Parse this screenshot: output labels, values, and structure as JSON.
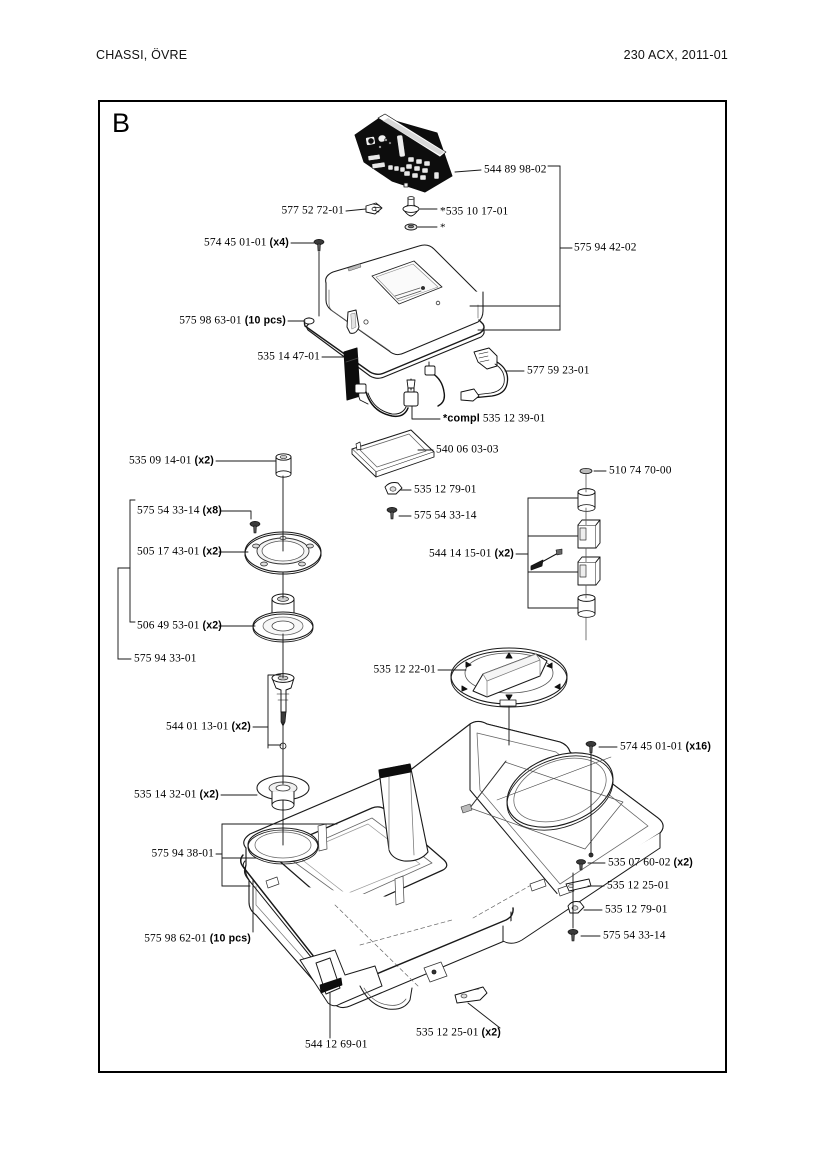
{
  "header": {
    "left": "CHASSI, ÖVRE",
    "right": "230 ACX, 2011-01"
  },
  "plate": {
    "letter": "B"
  },
  "labels": [
    {
      "id": "544-89-98-02",
      "text": "544 89 98-02",
      "qty": "",
      "align": "left"
    },
    {
      "id": "575-94-42-02",
      "text": "575 94 42-02",
      "qty": "",
      "align": "left"
    },
    {
      "id": "577-52-72-01",
      "text": "577 52 72-01",
      "qty": "",
      "align": "right"
    },
    {
      "id": "535-10-17-01",
      "text": "*535 10 17-01",
      "qty": "",
      "align": "left"
    },
    {
      "id": "star-note",
      "text": "*",
      "qty": "",
      "align": "left"
    },
    {
      "id": "574-45-01-01-x4",
      "text": "574 45 01-01",
      "qty": "(x4)",
      "align": "right"
    },
    {
      "id": "575-98-63-01",
      "text": "575 98 63-01",
      "qty": "(10 pcs)",
      "align": "right"
    },
    {
      "id": "535-14-47-01",
      "text": "535 14 47-01",
      "qty": "",
      "align": "right"
    },
    {
      "id": "577-59-23-01",
      "text": "577 59 23-01",
      "qty": "",
      "align": "left"
    },
    {
      "id": "535-12-39-01",
      "text": "535 12 39-01",
      "qty": "",
      "align": "left",
      "prefix": "*compl"
    },
    {
      "id": "540-06-03-03",
      "text": "540 06 03-03",
      "qty": "",
      "align": "left"
    },
    {
      "id": "535-09-14-01",
      "text": "535 09 14-01",
      "qty": "(x2)",
      "align": "right"
    },
    {
      "id": "575-54-33-14-x8",
      "text": "575 54 33-14",
      "qty": "(x8)",
      "align": "left"
    },
    {
      "id": "505-17-43-01",
      "text": "505 17 43-01",
      "qty": "(x2)",
      "align": "left"
    },
    {
      "id": "506-49-53-01",
      "text": "506 49 53-01",
      "qty": "(x2)",
      "align": "left"
    },
    {
      "id": "575-94-33-01",
      "text": "575 94 33-01",
      "qty": "",
      "align": "left"
    },
    {
      "id": "535-12-79-01-top",
      "text": "535 12 79-01",
      "qty": "",
      "align": "left"
    },
    {
      "id": "575-54-33-14-top",
      "text": "575 54 33-14",
      "qty": "",
      "align": "left"
    },
    {
      "id": "510-74-70-00",
      "text": "510 74 70-00",
      "qty": "",
      "align": "left"
    },
    {
      "id": "544-14-15-01",
      "text": "544 14 15-01",
      "qty": "(x2)",
      "align": "right"
    },
    {
      "id": "535-12-22-01",
      "text": "535 12 22-01",
      "qty": "",
      "align": "right"
    },
    {
      "id": "544-01-13-01",
      "text": "544 01 13-01",
      "qty": "(x2)",
      "align": "right"
    },
    {
      "id": "535-14-32-01",
      "text": "535 14 32-01",
      "qty": "(x2)",
      "align": "right"
    },
    {
      "id": "575-94-38-01",
      "text": "575 94 38-01",
      "qty": "",
      "align": "right"
    },
    {
      "id": "575-98-62-01",
      "text": "575 98 62-01",
      "qty": "(10 pcs)",
      "align": "right"
    },
    {
      "id": "574-45-01-01-x16",
      "text": "574 45 01-01",
      "qty": "(x16)",
      "align": "left"
    },
    {
      "id": "535-07-60-02",
      "text": "535 07 60-02",
      "qty": "(x2)",
      "align": "left"
    },
    {
      "id": "535-12-25-01-r",
      "text": "535 12 25-01",
      "qty": "",
      "align": "left"
    },
    {
      "id": "535-12-79-01-r",
      "text": "535 12 79-01",
      "qty": "",
      "align": "left"
    },
    {
      "id": "575-54-33-14-r",
      "text": "575 54 33-14",
      "qty": "",
      "align": "left"
    },
    {
      "id": "535-12-25-01-x2",
      "text": "535 12 25-01",
      "qty": "(x2)",
      "align": "right"
    },
    {
      "id": "544-12-69-01",
      "text": "544 12 69-01",
      "qty": "",
      "align": "right"
    }
  ],
  "colors": {
    "ink": "#000000",
    "line": "#1a1a1a",
    "panel_fill": "#111111",
    "part_fill": "#ffffff",
    "shade": "#d8d8d8"
  }
}
